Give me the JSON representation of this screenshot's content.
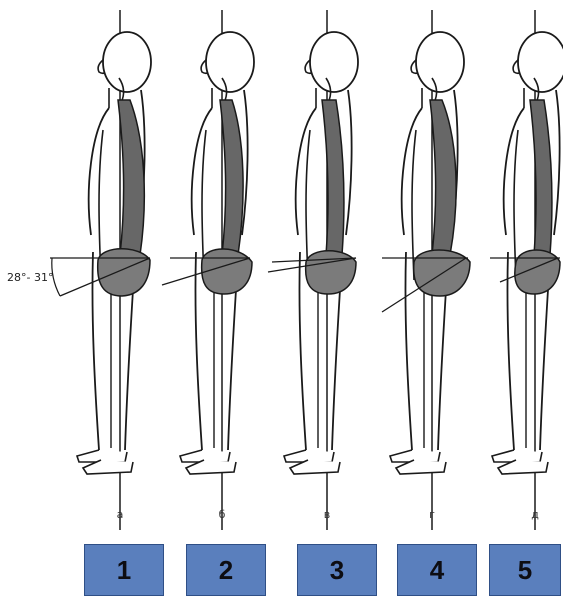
{
  "angle_label": "28°- 31°",
  "figures": [
    {
      "letter": "а",
      "number": "1"
    },
    {
      "letter": "б",
      "number": "2"
    },
    {
      "letter": "в",
      "number": "3"
    },
    {
      "letter": "г",
      "number": "4"
    },
    {
      "letter": "д",
      "number": "5"
    }
  ],
  "colors": {
    "spine_fill": "#676767",
    "pelvis_fill": "#7b7b7b",
    "outline": "#1a1a1a",
    "button_fill": "#5a7fbd",
    "button_border": "#2f4f86",
    "button_text": "#0d0d12"
  }
}
